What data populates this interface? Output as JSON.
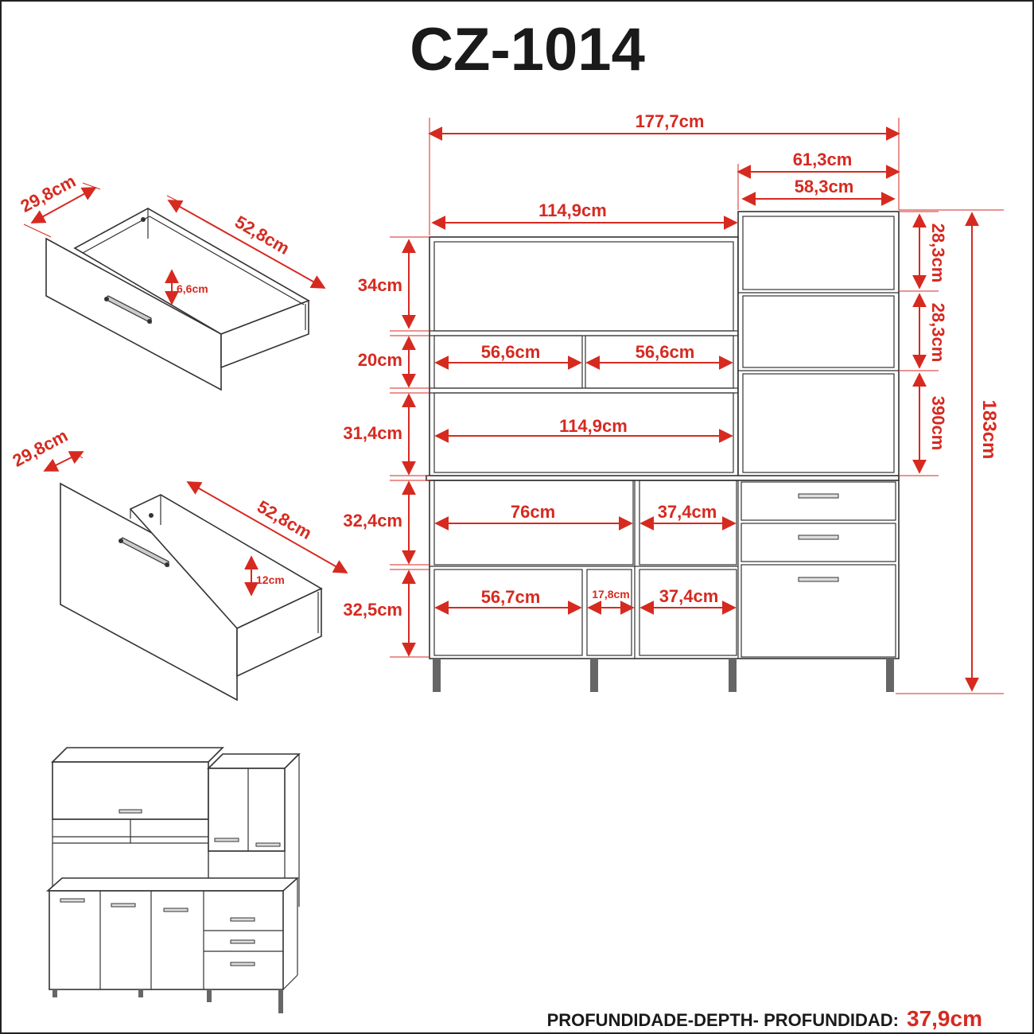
{
  "title": "CZ-1014",
  "footer": {
    "label": "PROFUNDIDADE-DEPTH- PROFUNDIDAD:",
    "value": "37,9cm"
  },
  "drawer_top": {
    "depth": "29,8cm",
    "width": "52,8cm",
    "height": "6,6cm"
  },
  "drawer_bottom": {
    "depth": "29,8cm",
    "width": "52,8cm",
    "height": "12cm"
  },
  "front_view": {
    "total_width": "177,7cm",
    "right_outer_width": "61,3cm",
    "right_inner_width": "58,3cm",
    "left_upper_width": "114,9cm",
    "total_height": "183cm",
    "rows_left": [
      "34cm",
      "20cm",
      "31,4cm",
      "32,4cm",
      "32,5cm"
    ],
    "right_column_heights": [
      "28,3cm",
      "28,3cm",
      "390cm"
    ],
    "niche_left": "56,6cm",
    "niche_right": "56,6cm",
    "middle_shelf_width": "114,9cm",
    "lower_left": "76cm",
    "lower_mid": "37,4cm",
    "bottom_left": "56,7cm",
    "bottom_small": "17,8cm",
    "bottom_mid": "37,4cm"
  },
  "colors": {
    "dimension": "#d62a20",
    "outline": "#333333"
  }
}
